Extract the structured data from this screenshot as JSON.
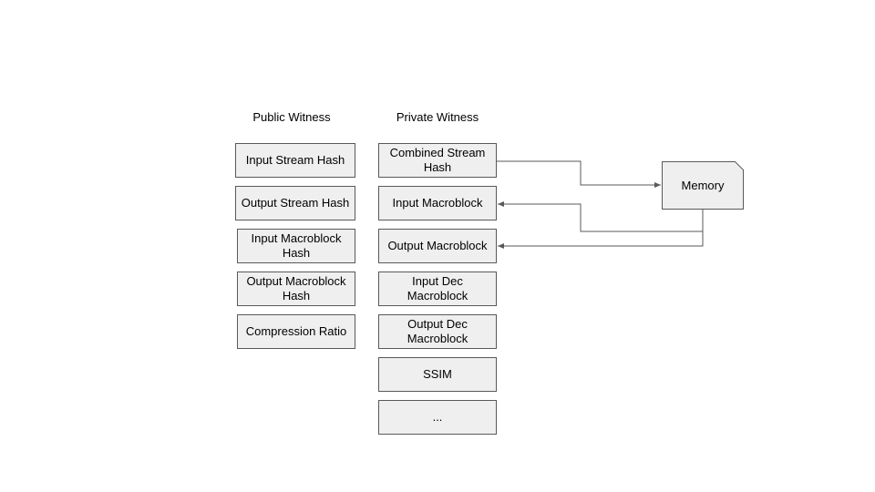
{
  "public_witness": {
    "title": "Public Witness",
    "items": [
      "Input Stream Hash",
      "Output Stream Hash",
      "Input Macroblock Hash",
      "Output Macroblock Hash",
      "Compression Ratio"
    ]
  },
  "private_witness": {
    "title": "Private Witness",
    "items": [
      "Combined Stream Hash",
      "Input Macroblock",
      "Output Macroblock",
      "Input Dec Macroblock",
      "Output Dec Macroblock",
      "SSIM",
      "..."
    ]
  },
  "memory": {
    "label": "Memory"
  },
  "colors": {
    "box_fill": "#efefef",
    "box_border": "#595959",
    "connector": "#595959"
  }
}
